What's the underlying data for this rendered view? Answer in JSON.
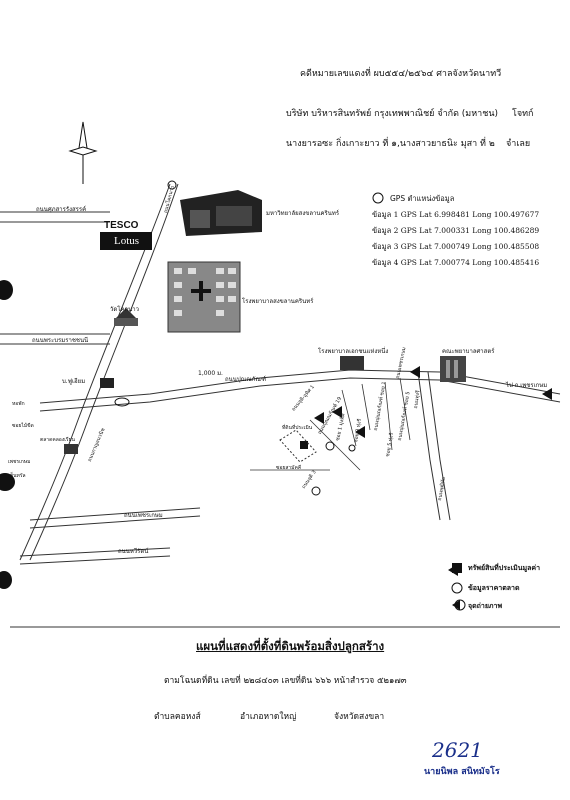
{
  "header": {
    "line1": "คดีหมายเลขแดงที่ ผบ๕๕๔/๒๕๖๔  ศาลจังหวัดนาทวี",
    "line2_plaintiff": "บริษัท บริหารสินทรัพย์ กรุงเทพพาณิชย์ จำกัด (มหาชน)",
    "line2_role": "โจทก์",
    "line3_defendants": "นางยารอซะ  กิ่งเกาะยาว  ที่ ๑,นางสาวยาธนิะ  มุสา ที่ ๒",
    "line3_role": "จำเลย"
  },
  "gps": {
    "title": "GPS ตำแหน่งข้อมูล",
    "rows": [
      {
        "label": "ข้อมูล",
        "text": "1 GPS Lat 6.998481  Long 100.497677"
      },
      {
        "label": "ข้อมูล",
        "text": "2 GPS Lat 7.000331  Long 100.486289"
      },
      {
        "label": "ข้อมูล",
        "text": "3 GPS Lat 7.000749  Long 100.485508"
      },
      {
        "label": "ข้อมูล",
        "text": "4 GPS Lat 7.000774  Long 100.485416"
      }
    ]
  },
  "map": {
    "tesco": "TESCO",
    "lotus": "Lotus",
    "labels": {
      "road_top_left": "ถนนศุภสารรังสรรค์",
      "univ": "มหาวิทยาลัยสงขลานครินทร์",
      "hospital": "โรงพยาบาลสงขลานครินทร์",
      "wat": "วัดโคกนาว",
      "road_left_mid": "ถนนพระบรมราชชนนี",
      "road_diag": "ถนนกาญจนวนิช",
      "branch": "บ.ฟูเฮียม",
      "khuanlang": "ถนนเพชรเกษม",
      "market": "ตลาดคลองเรียน",
      "central": "เซ็นทรัล",
      "distance": "1,000 ม.",
      "road_mid": "ถนนปุณณกัณฑ์",
      "hospital2": "โรงพยาบาลเอกชนแห่งหนึ่ง",
      "nursing": "คณะพยาบาลศาสตร์",
      "to_road": "ไป ถ.เพชรเกษม",
      "wrapped_land": "ที่ดินที่ประเมิน",
      "soi": "ซอยสามัคคี",
      "sadao_road": "ถนนจุติ-อุทิศ 1",
      "road_bottom1": "ถนนเพชรเกษม",
      "road_bottom2": "ถนนหวีรัตน์",
      "sideL1": "หอพัก",
      "sideL2": "ซอยไม้ขีด",
      "sideL3": "เพชรเกษม",
      "right_road": "ถนนพุฒิทัย",
      "road_a": "ถนนปุณณกัณฑ์ ซอย 1",
      "road_b": "ถนนปุณณกัณฑ์ ซอย 5",
      "road_c": "ซอย 1 มุ่งทิศ",
      "road_d": "ซอย 3 ทุ่งรี",
      "road_e": "ซอย 5 ทุ่งรี",
      "road_f": "ถนนทุ่งรี",
      "road_g": "ถนนปุณณกัณฑ์ 19",
      "road_h": "ถนนจุติ 3",
      "road_i": "ถนนโคกนาว"
    }
  },
  "legend": {
    "items": [
      {
        "icon": "filled-square",
        "label": "ทรัพย์สินที่ประเมินมูลค่า"
      },
      {
        "icon": "circle",
        "label": "ข้อมูลราคาตลาด"
      },
      {
        "icon": "camera-marker",
        "label": "จุดถ่ายภาพ"
      }
    ]
  },
  "footer": {
    "title": "แผนที่แสดงที่ตั้งที่ดินพร้อมสิ่งปลูกสร้าง",
    "line1": "ตามโฉนดที่ดิน เลขที่  ๒๒๘๔๐๓  เลขที่ดิน  ๖๖๖  หน้าสำรวจ  ๕๒๑๗๓",
    "line2_a": "ตำบลคอหงส์",
    "line2_b": "อำเภอหาดใหญ่",
    "line2_c": "จังหวัดสงขลา",
    "signature": "2621",
    "signer": "นายนิพล  สนิทมัจโร"
  },
  "colors": {
    "ink": "#111111",
    "signer": "#1a2f8a"
  }
}
